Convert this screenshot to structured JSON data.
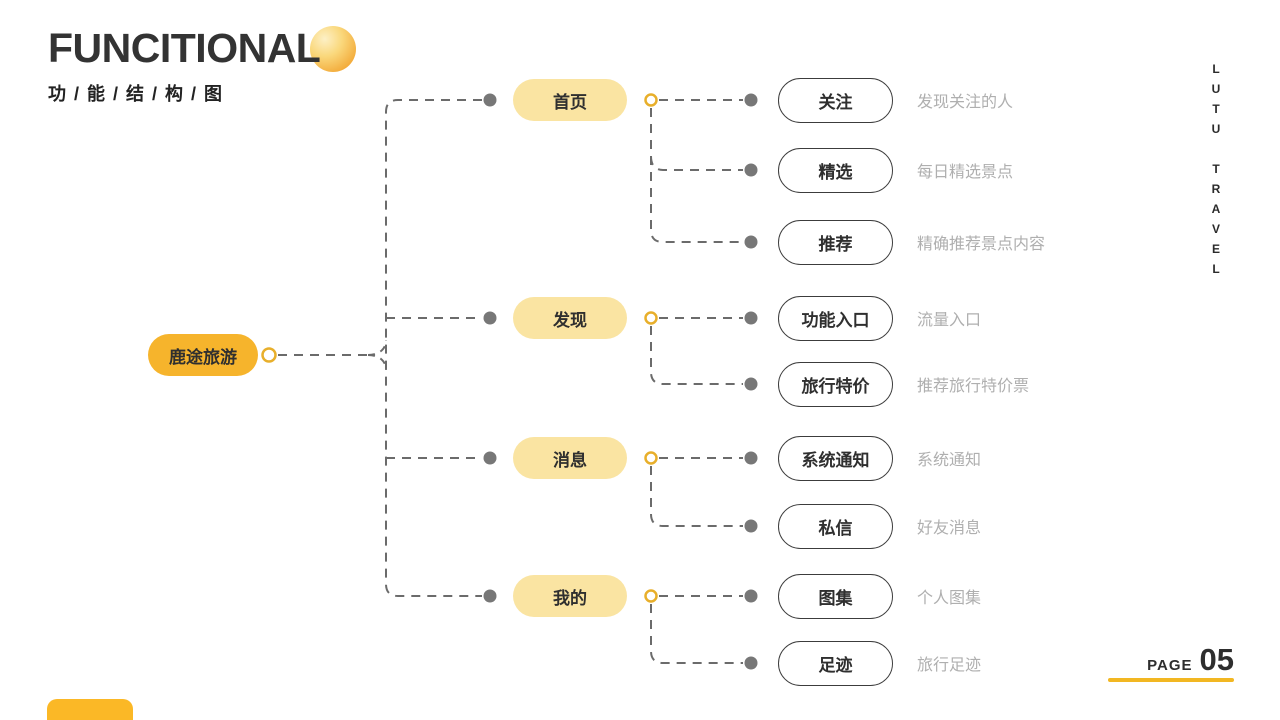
{
  "header": {
    "title": "FUNCITIONAL",
    "subtitle": "功 / 能 / 结 / 构 / 图"
  },
  "side_label": "LUTU TRAVEL",
  "footer": {
    "page_label": "PAGE",
    "page_number": "05"
  },
  "colors": {
    "accent_yellow": "#F6B42C",
    "light_yellow_pill": "#FAE4A2",
    "ring_yellow": "#E8AF2B",
    "underline_yellow": "#F2B722",
    "corner_tab_yellow": "#FBB826",
    "connector_gray": "#6B6B6B",
    "dot_gray": "#777777",
    "description_gray": "#AFAFAF",
    "text_dark": "#333333"
  },
  "tree": {
    "root": {
      "label": "鹿途旅游"
    },
    "branches": [
      {
        "label": "首页",
        "children": [
          {
            "label": "关注",
            "desc": "发现关注的人"
          },
          {
            "label": "精选",
            "desc": "每日精选景点"
          },
          {
            "label": "推荐",
            "desc": "精确推荐景点内容"
          }
        ]
      },
      {
        "label": "发现",
        "children": [
          {
            "label": "功能入口",
            "desc": "流量入口"
          },
          {
            "label": "旅行特价",
            "desc": "推荐旅行特价票"
          }
        ]
      },
      {
        "label": "消息",
        "children": [
          {
            "label": "系统通知",
            "desc": "系统通知"
          },
          {
            "label": "私信",
            "desc": "好友消息"
          }
        ]
      },
      {
        "label": "我的",
        "children": [
          {
            "label": "图集",
            "desc": "个人图集"
          },
          {
            "label": "足迹",
            "desc": "旅行足迹"
          }
        ]
      }
    ]
  }
}
